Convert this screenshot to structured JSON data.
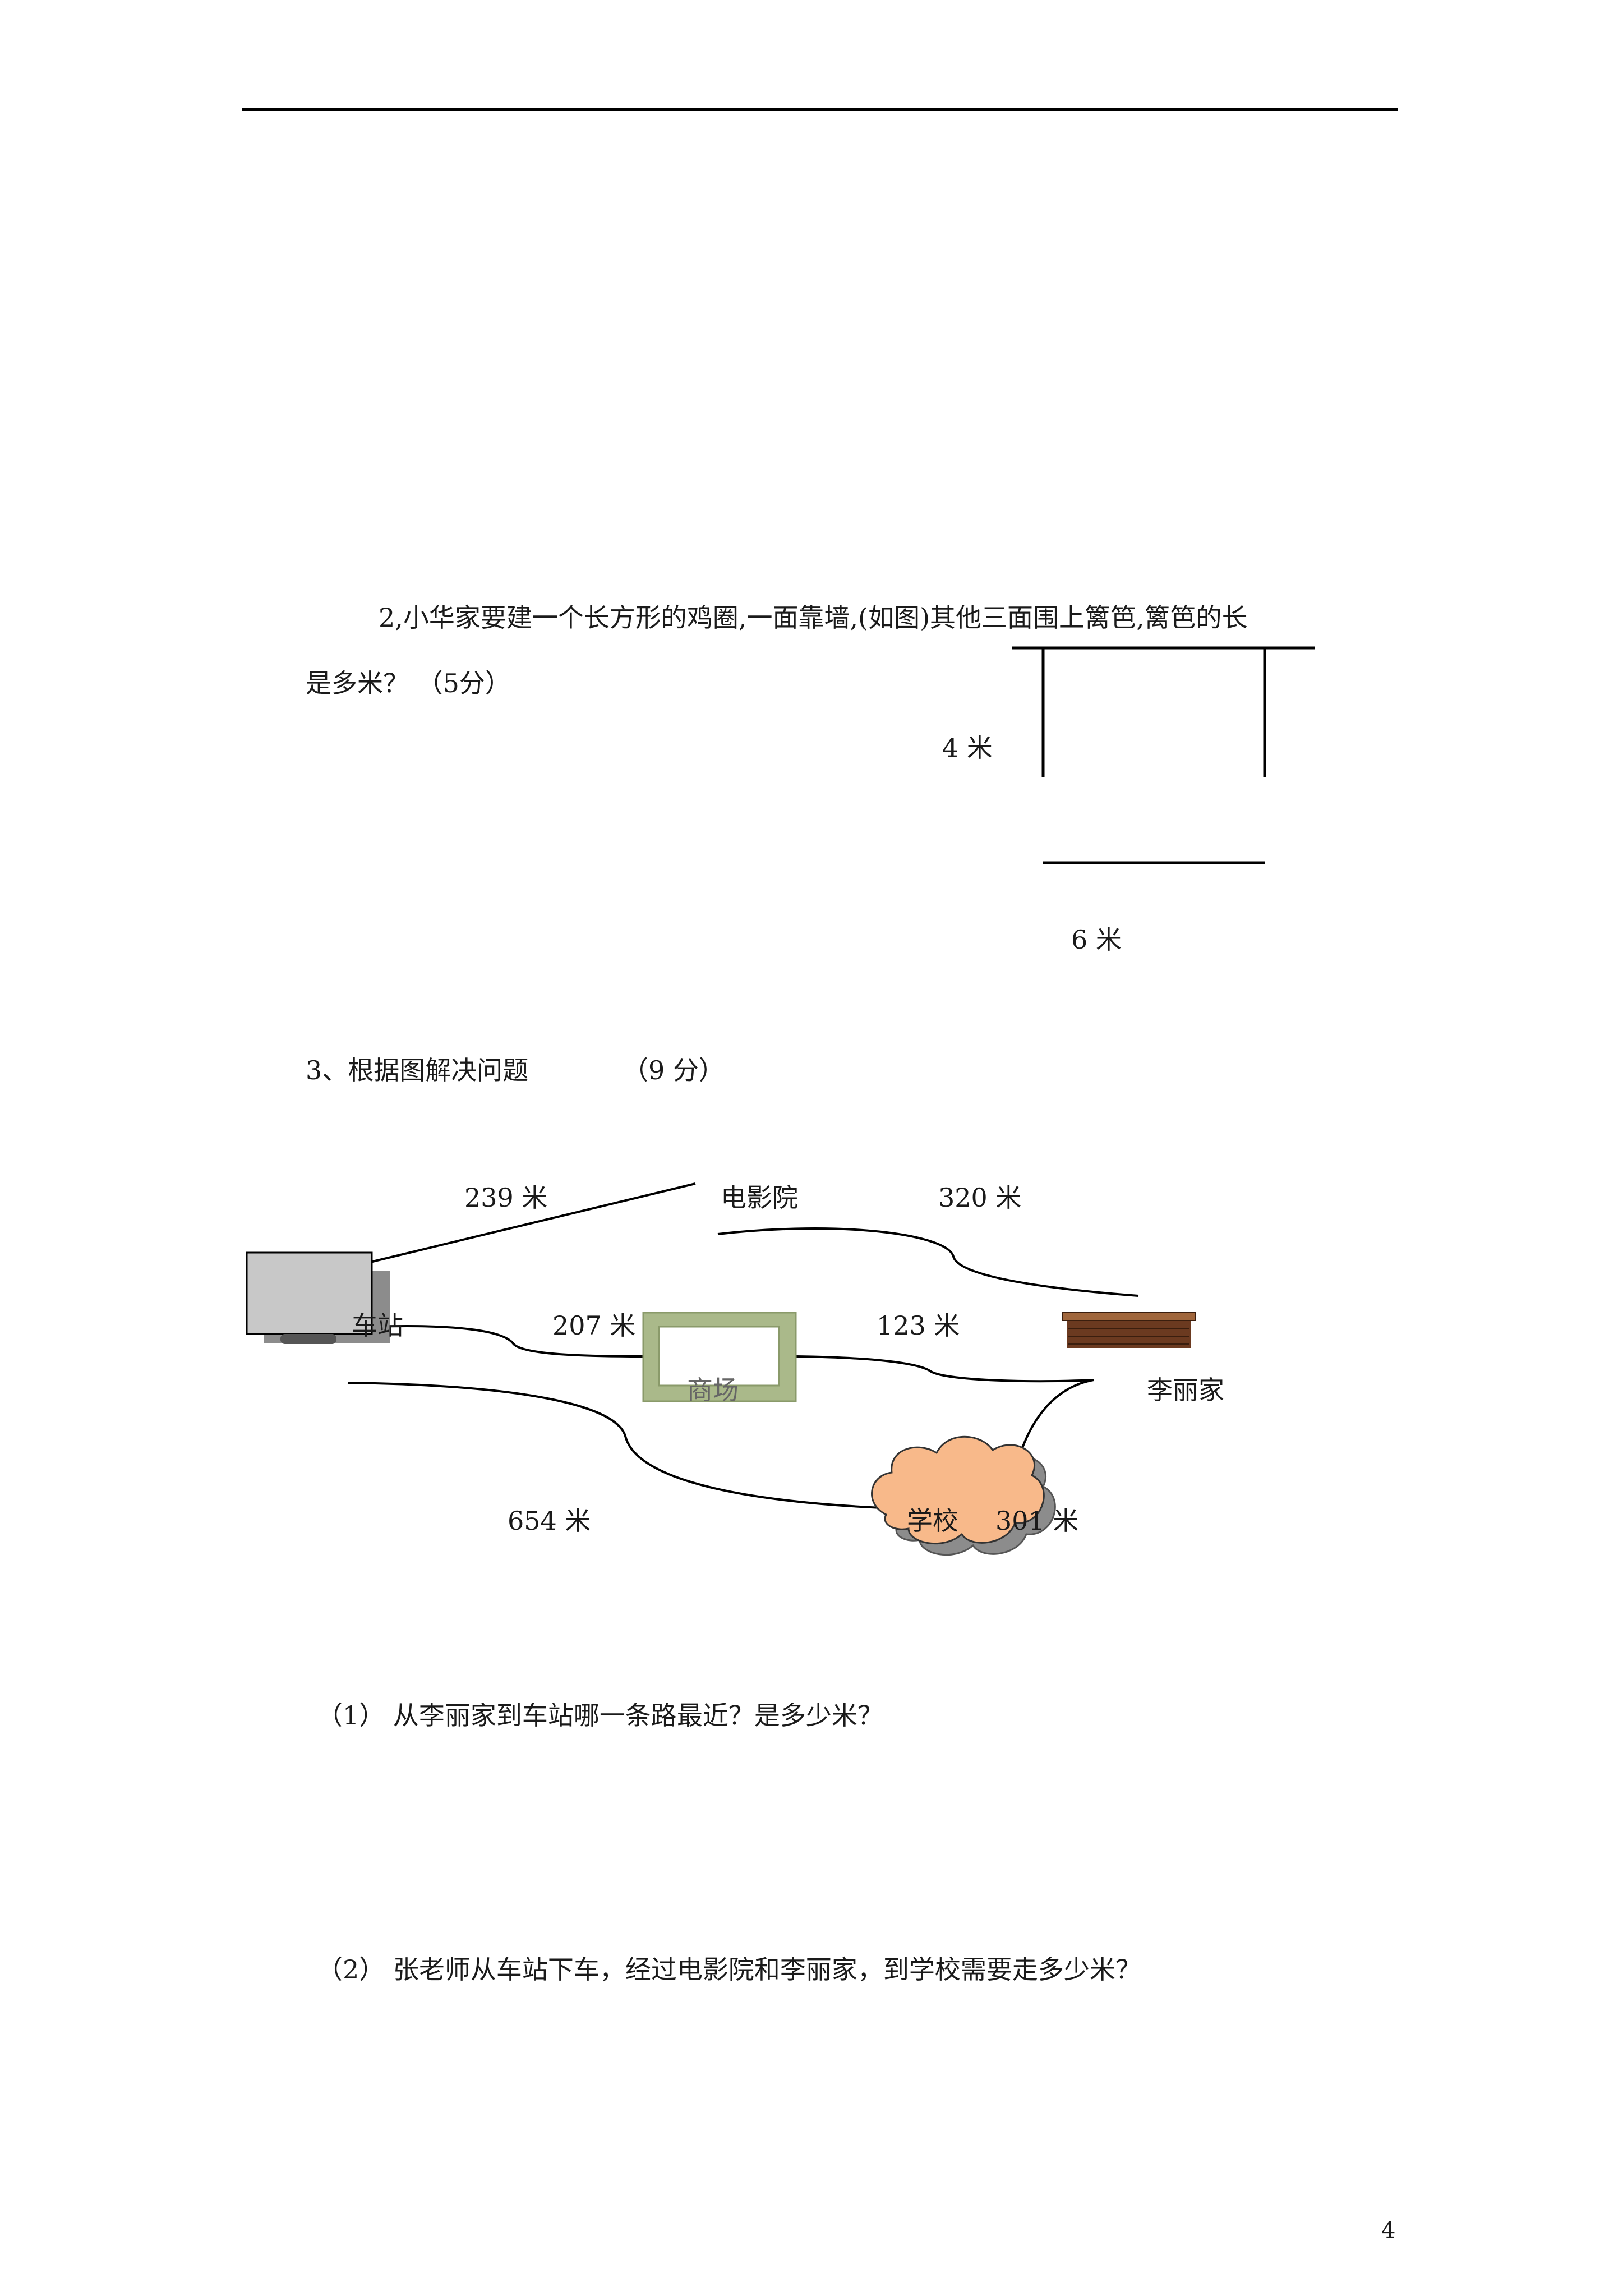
{
  "header": {},
  "q2": {
    "line1": "2,小华家要建一个长方形的鸡圈,一面靠墙,(如图)其他三面围上篱笆,篱笆的长",
    "line2": "是多米？ （5分）",
    "fig_side": "4 米",
    "fig_bottom": "6 米"
  },
  "q3": {
    "title": "3、根据图解决问题",
    "points": "（9 分）",
    "map": {
      "cinema": "电影院",
      "station": "车站",
      "mall": "商场",
      "lili_home": "李丽家",
      "school": "学校",
      "d_station_cinema": "239 米",
      "d_cinema_lili": "320 米",
      "d_station_mall": "207 米",
      "d_mall_lili": "123 米",
      "d_station_school": "654 米",
      "d_school_lili": "301 米"
    },
    "sub1": "（1） 从李丽家到车站哪一条路最近？是多少米？",
    "sub2": "（2）  张老师从车站下车，经过电影院和李丽家，到学校需要走多少米？"
  },
  "footer": {
    "page_number": "4"
  },
  "colors": {
    "mall_frame": "#aab98a",
    "school_cloud": "#f8b98a",
    "cloud_shadow": "#8c8c8c",
    "brick": "#6b3a20",
    "station_box": "#c8c8c8"
  }
}
